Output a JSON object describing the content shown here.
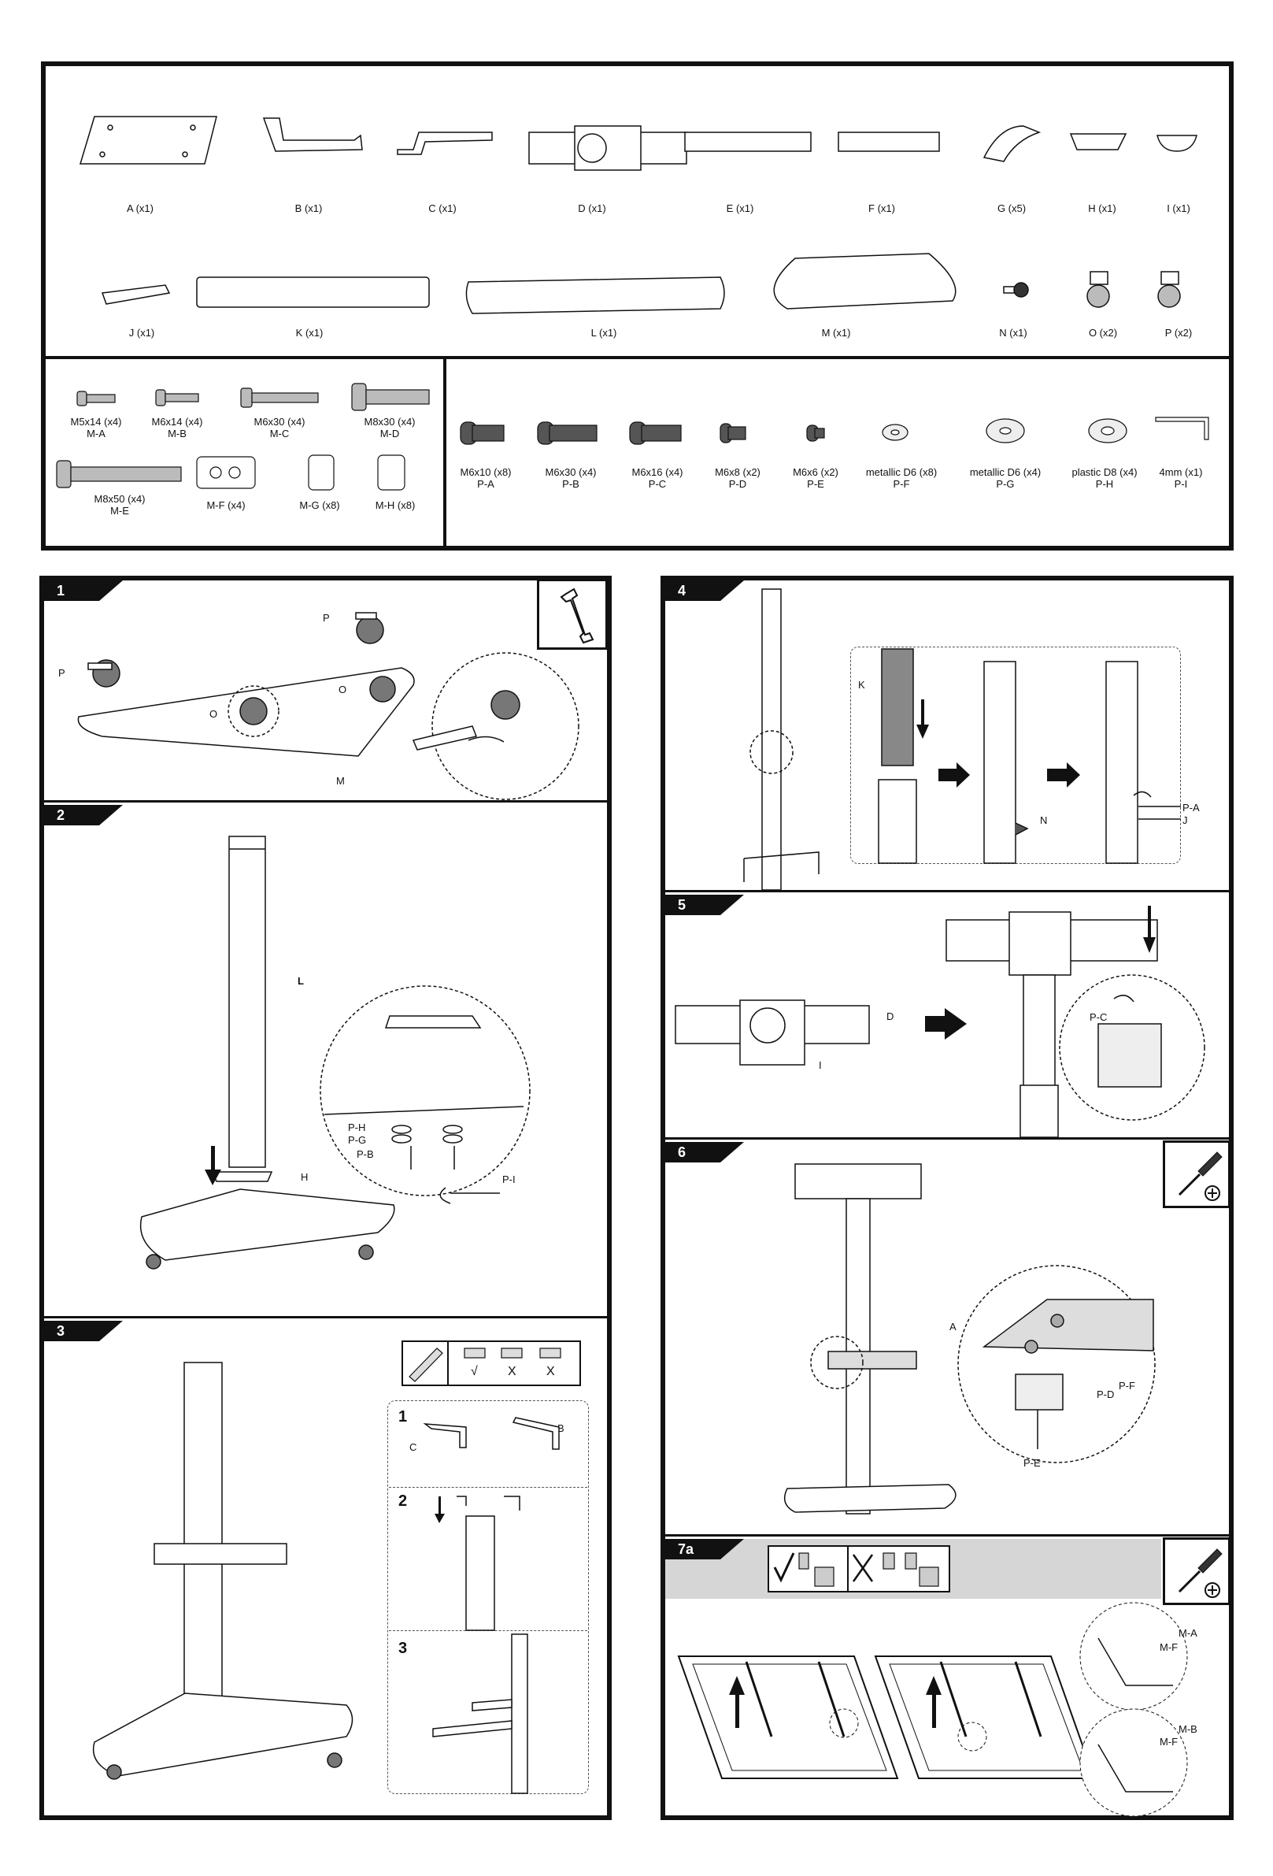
{
  "parts_row1": [
    "A (x1)",
    "B (x1)",
    "C (x1)",
    "D (x1)",
    "E (x1)",
    "F (x1)",
    "G (x5)",
    "H (x1)",
    "I (x1)"
  ],
  "parts_row2": [
    "J (x1)",
    "K (x1)",
    "L (x1)",
    "M (x1)",
    "N (x1)",
    "O (x2)",
    "P (x2)"
  ],
  "hardware_m": [
    {
      "size": "M5x14 (x4)",
      "code": "M-A"
    },
    {
      "size": "M6x14 (x4)",
      "code": "M-B"
    },
    {
      "size": "M6x30 (x4)",
      "code": "M-C"
    },
    {
      "size": "M8x30 (x4)",
      "code": "M-D"
    },
    {
      "size": "M8x50 (x4)",
      "code": "M-E"
    },
    {
      "size": "M-F (x4)",
      "code": ""
    },
    {
      "size": "M-G (x8)",
      "code": ""
    },
    {
      "size": "M-H (x8)",
      "code": ""
    }
  ],
  "hardware_p": [
    {
      "size": "M6x10 (x8)",
      "code": "P-A"
    },
    {
      "size": "M6x30 (x4)",
      "code": "P-B"
    },
    {
      "size": "M6x16 (x4)",
      "code": "P-C"
    },
    {
      "size": "M6x8 (x2)",
      "code": "P-D"
    },
    {
      "size": "M6x6 (x2)",
      "code": "P-E"
    },
    {
      "size": "metallic D6 (x8)",
      "code": "P-F"
    },
    {
      "size": "metallic D6 (x4)",
      "code": "P-G"
    },
    {
      "size": "plastic D8 (x4)",
      "code": "P-H"
    },
    {
      "size": "4mm (x1)",
      "code": "P-I"
    }
  ],
  "steps": {
    "s1": {
      "num": "1",
      "callouts": [
        "P",
        "P",
        "O",
        "O",
        "M"
      ]
    },
    "s2": {
      "num": "2",
      "callouts": [
        "L",
        "H",
        "P-H",
        "P-G",
        "P-B",
        "P-I"
      ]
    },
    "s3": {
      "num": "3",
      "sub": [
        "1",
        "2",
        "3"
      ],
      "callouts": [
        "C",
        "B"
      ]
    },
    "s4": {
      "num": "4",
      "callouts": [
        "K",
        "N",
        "P-A",
        "J"
      ]
    },
    "s5": {
      "num": "5",
      "callouts": [
        "D",
        "I",
        "P-C"
      ]
    },
    "s6": {
      "num": "6",
      "callouts": [
        "A",
        "P-F",
        "P-D",
        "P-E"
      ]
    },
    "s7a": {
      "num": "7a",
      "callouts": [
        "M-A",
        "M-F",
        "M-B",
        "M-F"
      ]
    }
  },
  "icons": {
    "wrench": "wrench-icon",
    "screwdriver": "screwdriver-icon",
    "check": "check-icon",
    "cross": "cross-icon"
  },
  "marks": {
    "check": "√",
    "cross": "X"
  }
}
